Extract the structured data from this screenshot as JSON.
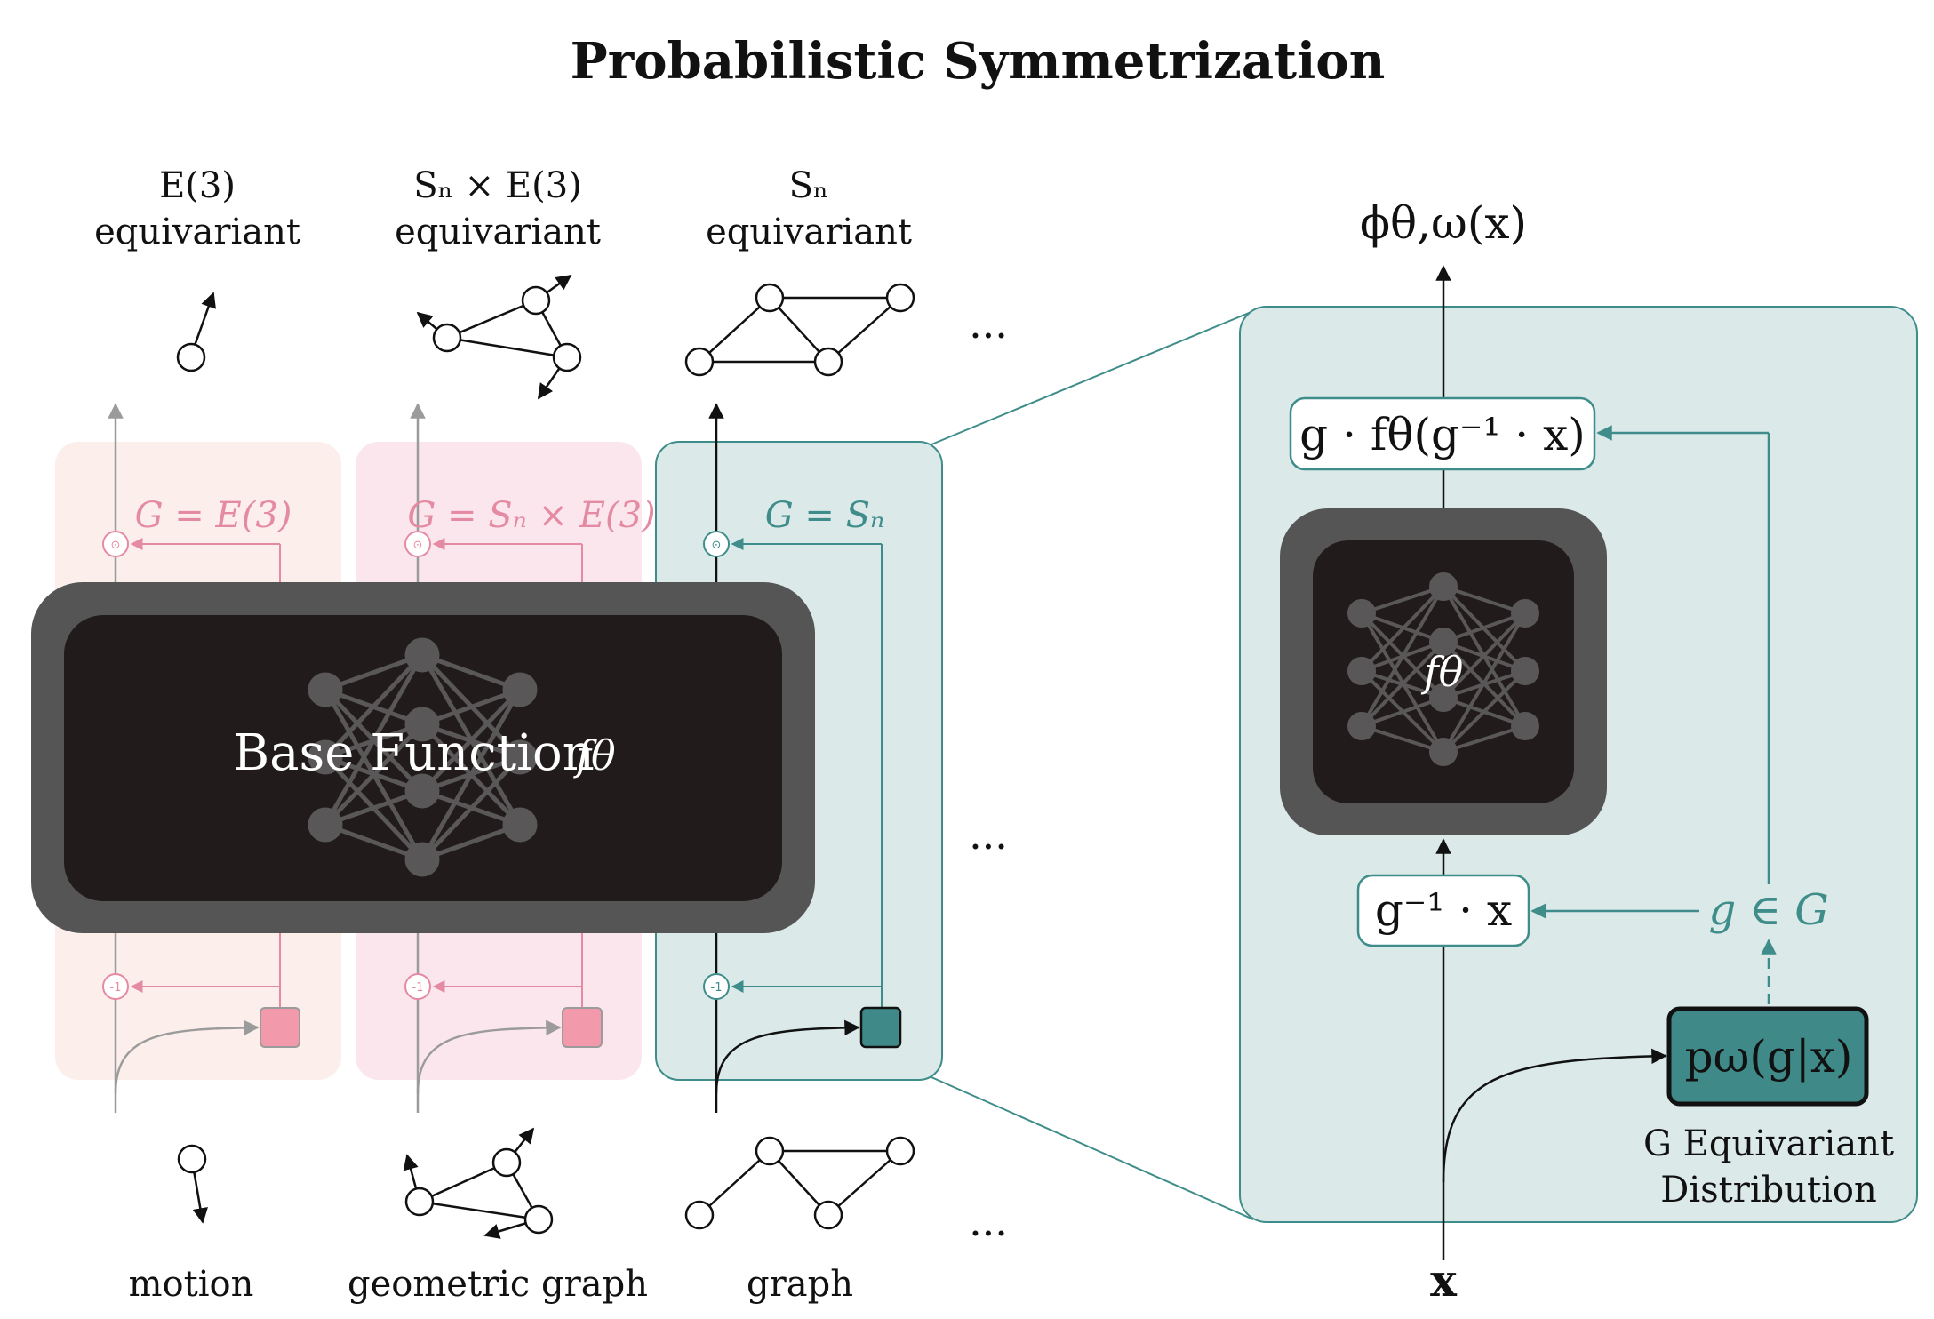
{
  "title": "Probabilistic Symmetrization",
  "colors": {
    "col1_bg": "#fbeeeb",
    "col2_bg": "#fbe6ee",
    "col3_bg": "#dbe9e9",
    "pink": "#e58aa3",
    "pink_box": "#f29aab",
    "teal": "#3f8d8a",
    "teal_box": "#3f8a88",
    "gray": "#9b9b9b",
    "network_outer": "#565556",
    "network_inner": "#221b1b",
    "network_nodes": "#595757"
  },
  "columns": [
    {
      "top_group": "E(3)",
      "top_word": "equivariant",
      "group_label": "G = E(3)",
      "input_label": "motion"
    },
    {
      "top_group": "Sₙ × E(3)",
      "top_word": "equivariant",
      "group_label": "G = Sₙ × E(3)",
      "input_label": "geometric graph"
    },
    {
      "top_group": "Sₙ",
      "top_word": "equivariant",
      "group_label": "G = Sₙ",
      "input_label": "graph"
    }
  ],
  "ellipsis": "...",
  "symbols": {
    "odot": "⊙",
    "inverse": "-1"
  },
  "base_function": {
    "label": "Base Function",
    "symbol": "fθ"
  },
  "detail": {
    "output": "ϕθ,ω(x)",
    "output_box": "g · fθ(g⁻¹ · x)",
    "network_symbol": "fθ",
    "inverse_box": "g⁻¹ · x",
    "sample": "g ∈ G",
    "distribution_box": "pω(g|x)",
    "distribution_caption_line1": "G Equivariant",
    "distribution_caption_line2": "Distribution",
    "input": "x"
  }
}
